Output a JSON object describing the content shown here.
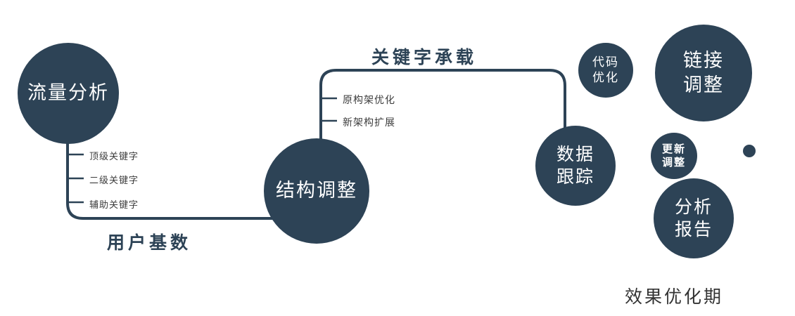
{
  "colors": {
    "node_fill": "#2d4356",
    "line": "#2d4356",
    "edge_label": "#2d4356",
    "tick_label": "#3c3c3c",
    "caption": "#333333"
  },
  "nodes": {
    "traffic": {
      "label": "流量分析"
    },
    "structure": {
      "label": "结构调整"
    },
    "data_tracking": {
      "label": "数据\n跟踪"
    },
    "code_opt": {
      "label": "代码\n优化"
    },
    "link_adjust": {
      "label": "链接\n调整"
    },
    "update_adjust": {
      "label": "更新\n调整"
    },
    "analysis_report": {
      "label": "分析\n报告"
    }
  },
  "edges": {
    "user_base": {
      "label": "用户基数"
    },
    "keyword_carry": {
      "label": "关键字承载"
    }
  },
  "branches": {
    "left": [
      "顶级关键字",
      "二级关键字",
      "辅助关键字"
    ],
    "middle": [
      "原构架优化",
      "新架构扩展"
    ]
  },
  "caption": "效果优化期"
}
